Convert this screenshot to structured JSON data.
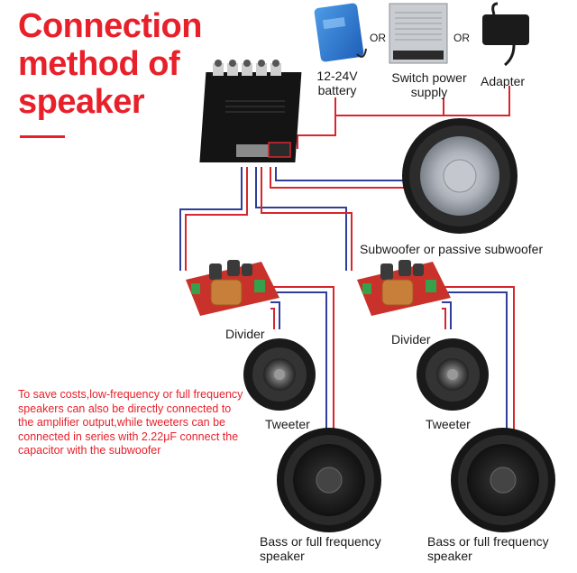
{
  "title": {
    "lines": [
      "Connection",
      "method of",
      "speaker"
    ]
  },
  "power": {
    "battery": "12-24V\nbattery",
    "or1": "OR",
    "switch_supply": "Switch power\nsupply",
    "or2": "OR",
    "adapter": "Adapter"
  },
  "labels": {
    "subwoofer": "Subwoofer or passive subwoofer",
    "divider_left": "Divider",
    "divider_right": "Divider",
    "tweeter_left": "Tweeter",
    "tweeter_right": "Tweeter",
    "bass_left": "Bass or full frequency\nspeaker",
    "bass_right": "Bass or full frequency\nspeaker"
  },
  "note": "To save costs,low-frequency or full frequency speakers can also be directly connected to the amplifier output,while tweeters can be connected in series with 2.22μF connect the capacitor with the subwoofer",
  "colors": {
    "accent": "#e8202a",
    "wire_red": "#d8262e",
    "wire_blue": "#2f3e9a",
    "board_red": "#c8322a"
  }
}
